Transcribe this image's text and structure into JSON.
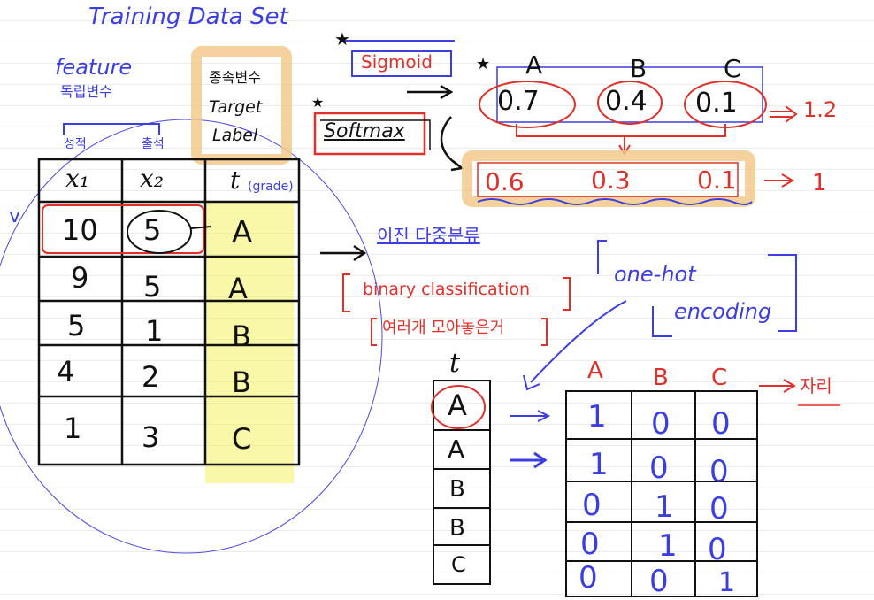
{
  "title": "Training Data Set",
  "feature": {
    "label": "feature",
    "korean": "독립변수",
    "cols": [
      "성적",
      "출석"
    ]
  },
  "target_box": {
    "lines": [
      "종속변수",
      "Target",
      "Label"
    ]
  },
  "table": {
    "headers": [
      "x₁",
      "x₂",
      "t"
    ],
    "t_note": "(grade)",
    "rows": [
      [
        "10",
        "5",
        "A"
      ],
      [
        "9",
        "5",
        "A"
      ],
      [
        "5",
        "1",
        "B"
      ],
      [
        "4",
        "2",
        "B"
      ],
      [
        "1",
        "3",
        "C"
      ]
    ],
    "check": "v"
  },
  "sigmoid": {
    "label": "Sigmoid",
    "star": "★"
  },
  "softmax": {
    "label": "Softmax",
    "star": "★"
  },
  "classes": {
    "star": "★",
    "labels": [
      "A",
      "B",
      "C"
    ]
  },
  "sigmoid_values": [
    "0.7",
    "0.4",
    "0.1"
  ],
  "sigmoid_sum": "1.2",
  "softmax_values": [
    "0.6",
    "0.3",
    "0.1"
  ],
  "softmax_sum": "1",
  "binary": {
    "title": "이진 다중분류",
    "line1": "binary classification",
    "line2": "여러개 모아놓은거"
  },
  "onehot": {
    "line1": "one-hot",
    "line2": "encoding"
  },
  "t_column": {
    "header": "t",
    "values": [
      "A",
      "A",
      "B",
      "B",
      "C"
    ]
  },
  "onehot_matrix": {
    "headers": [
      "A",
      "B",
      "C"
    ],
    "note": "자리",
    "rows": [
      [
        "1",
        "0",
        "0"
      ],
      [
        "1",
        "0",
        "0"
      ],
      [
        "0",
        "1",
        "0"
      ],
      [
        "0",
        "1",
        "0"
      ],
      [
        "0",
        "0",
        "1"
      ]
    ]
  }
}
